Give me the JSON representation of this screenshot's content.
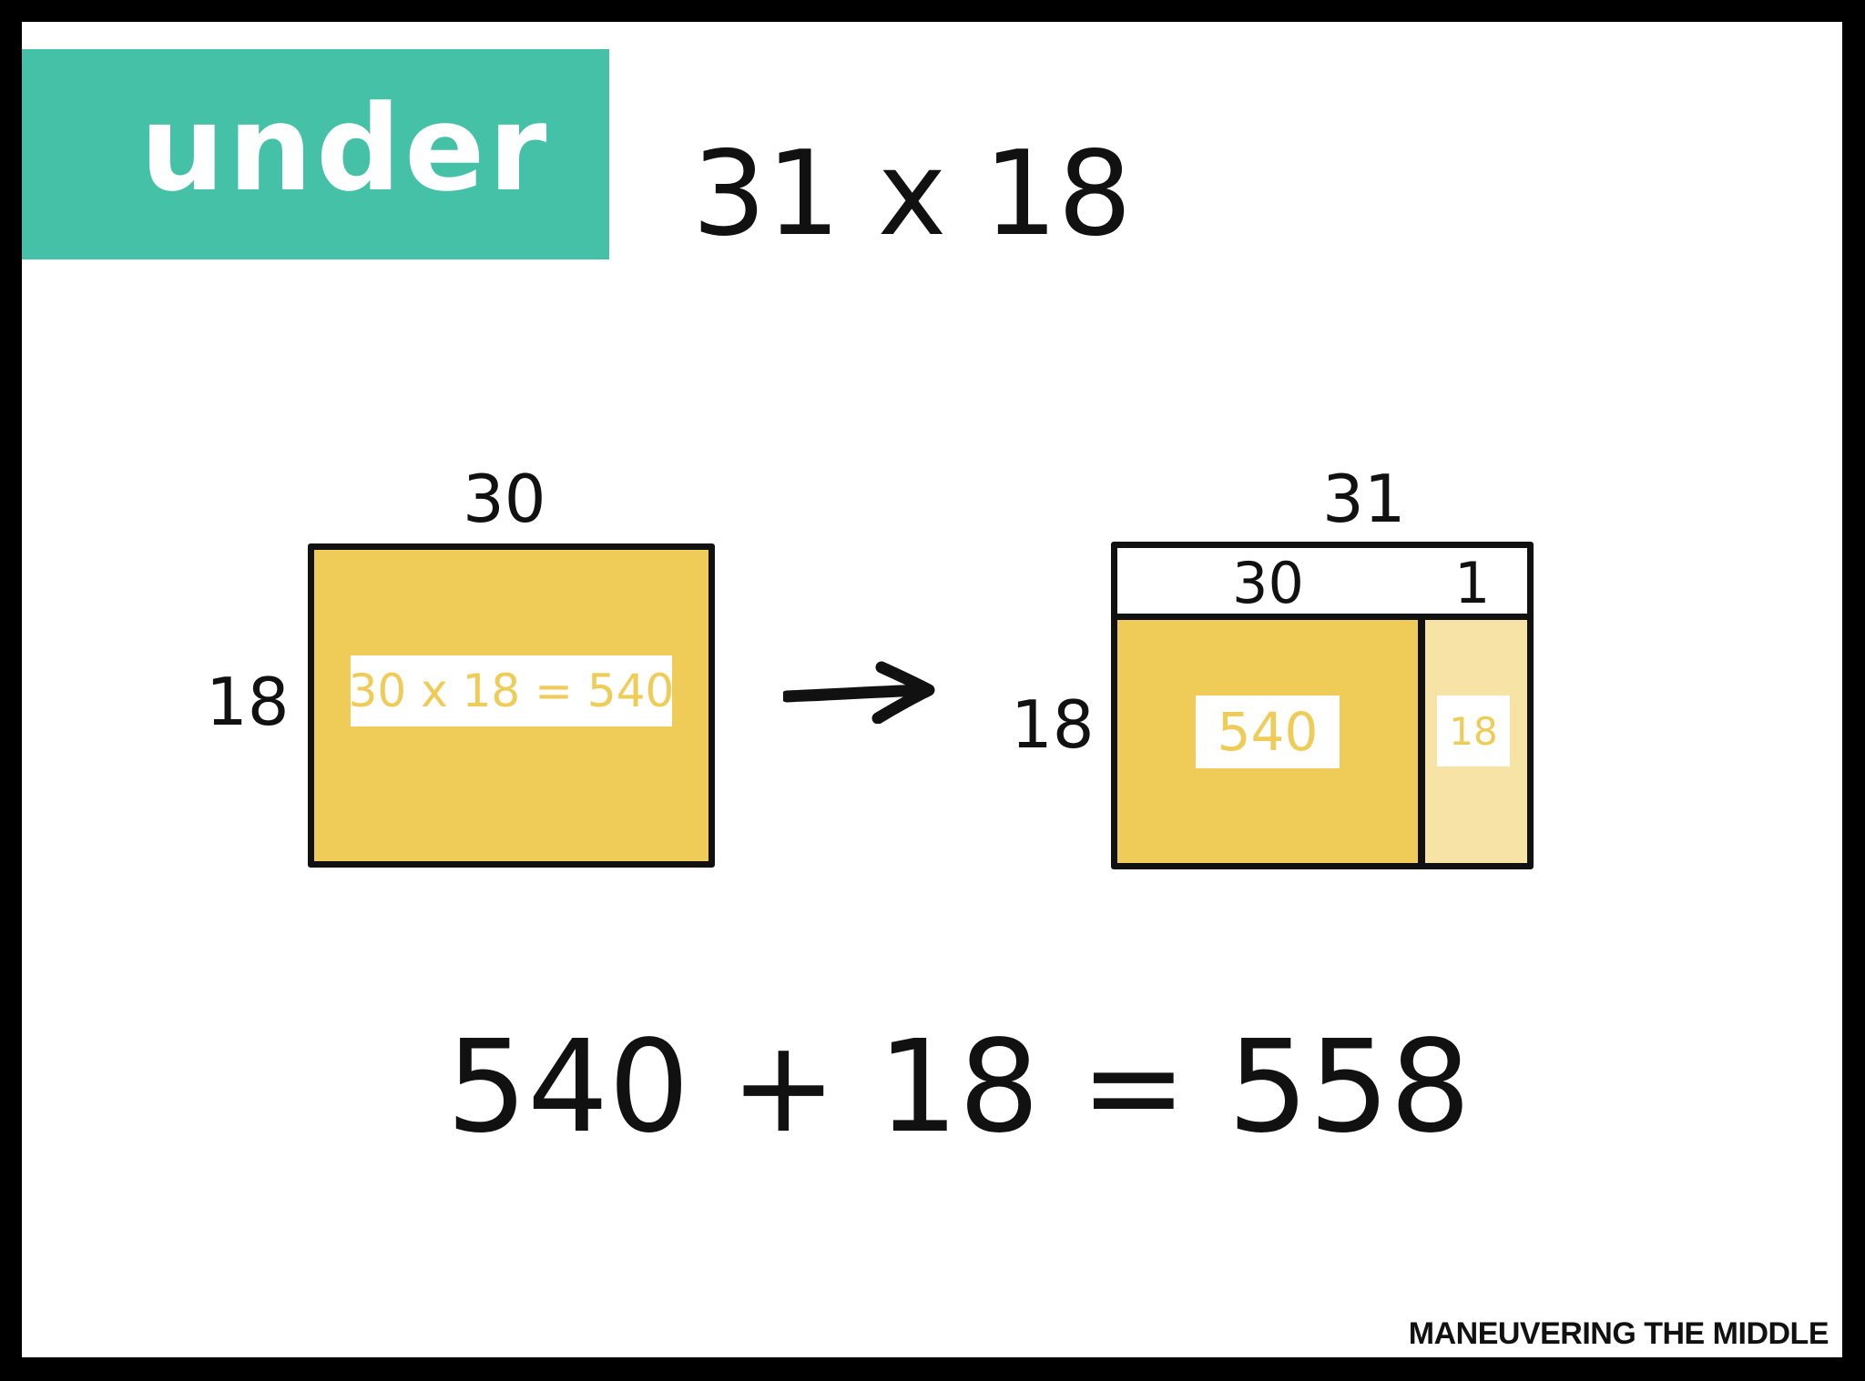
{
  "tag": {
    "text": "under"
  },
  "problem": {
    "text": "31 x 18"
  },
  "left_model": {
    "top_label": "30",
    "side_label": "18",
    "equation": "30 x 18 = 540"
  },
  "right_model": {
    "top_label": "31",
    "header_left": "30",
    "header_right": "1",
    "side_label": "18",
    "cell_main_value": "540",
    "cell_side_value": "18"
  },
  "result": {
    "text": "540 + 18 = 558"
  },
  "brand": {
    "text": "MANEUVERING THE MIDDLE"
  },
  "colors": {
    "teal": "#45c1a7",
    "gold": "#efcc58",
    "light_gold": "#f7e3a6",
    "ink": "#111111"
  },
  "icons": {
    "arrow": "right-arrow-icon"
  }
}
